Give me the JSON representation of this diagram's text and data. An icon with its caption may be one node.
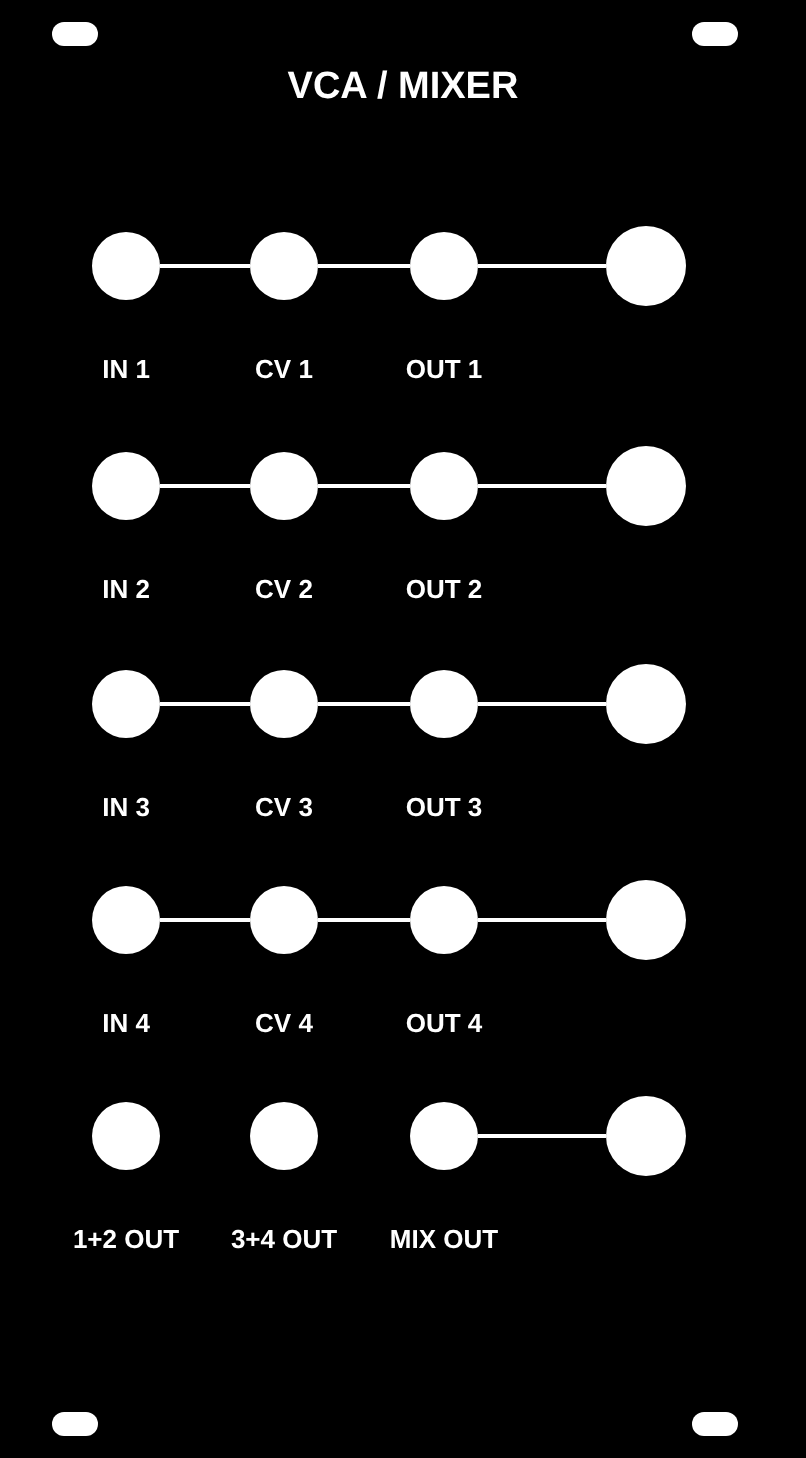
{
  "diagram": {
    "title": "VCA / MIXER",
    "nodes": [
      {
        "text": [],
        "shape": "circle",
        "beside": [
          "IN 1"
        ]
      },
      {
        "text": [],
        "shape": "circle",
        "beside": [
          "CV 1"
        ]
      },
      {
        "text": [],
        "shape": "circle",
        "beside": [
          "OUT 1"
        ]
      },
      {
        "text": [],
        "shape": "circle"
      },
      {
        "text": [],
        "shape": "circle",
        "beside": [
          "IN 2"
        ]
      },
      {
        "text": [],
        "shape": "circle",
        "beside": [
          "CV 2"
        ]
      },
      {
        "text": [],
        "shape": "circle",
        "beside": [
          "OUT 2"
        ]
      },
      {
        "text": [],
        "shape": "circle"
      },
      {
        "text": [],
        "shape": "circle",
        "beside": [
          "IN 3"
        ]
      },
      {
        "text": [],
        "shape": "circle",
        "beside": [
          "CV 3"
        ]
      },
      {
        "text": [],
        "shape": "circle",
        "beside": [
          "OUT 3"
        ]
      },
      {
        "text": [],
        "shape": "circle"
      },
      {
        "text": [],
        "shape": "circle",
        "beside": [
          "IN 4"
        ]
      },
      {
        "text": [],
        "shape": "circle",
        "beside": [
          "CV 4"
        ]
      },
      {
        "text": [],
        "shape": "circle",
        "beside": [
          "OUT 4"
        ]
      },
      {
        "text": [],
        "shape": "circle"
      },
      {
        "text": [],
        "shape": "circle",
        "beside": [
          "1+2 OUT"
        ]
      },
      {
        "text": [],
        "shape": "circle",
        "beside": [
          "3+4 OUT"
        ]
      },
      {
        "text": [],
        "shape": "circle",
        "beside": [
          "MIX OUT"
        ]
      },
      {
        "text": [],
        "shape": "circle"
      }
    ],
    "edges": [
      {
        "from": 0,
        "to": 1,
        "arrow": "none"
      },
      {
        "from": 1,
        "to": 2,
        "arrow": "none"
      },
      {
        "from": 2,
        "to": 3,
        "arrow": "none"
      },
      {
        "from": 4,
        "to": 5,
        "arrow": "none"
      },
      {
        "from": 5,
        "to": 6,
        "arrow": "none"
      },
      {
        "from": 6,
        "to": 7,
        "arrow": "none"
      },
      {
        "from": 8,
        "to": 9,
        "arrow": "none"
      },
      {
        "from": 9,
        "to": 10,
        "arrow": "none"
      },
      {
        "from": 10,
        "to": 11,
        "arrow": "none"
      },
      {
        "from": 12,
        "to": 13,
        "arrow": "none"
      },
      {
        "from": 13,
        "to": 14,
        "arrow": "none"
      },
      {
        "from": 14,
        "to": 15,
        "arrow": "none"
      },
      {
        "from": 18,
        "to": 19,
        "arrow": "none"
      }
    ]
  }
}
